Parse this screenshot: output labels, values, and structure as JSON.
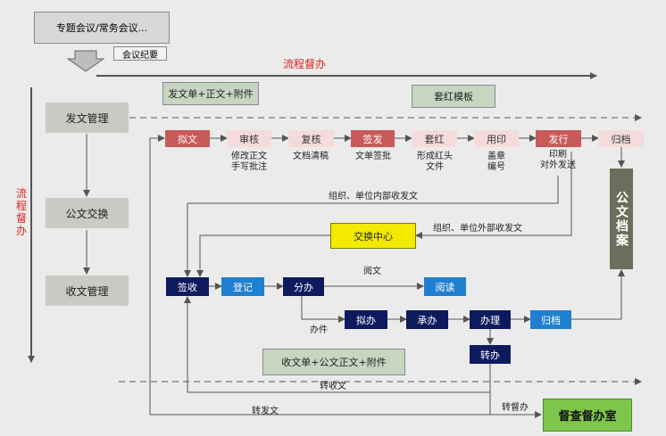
{
  "top": {
    "meeting": "专题会议/常务会议...",
    "minutes": "会议纪要",
    "flow_supervise_h": "流程督办",
    "flow_supervise_v": "流程督办"
  },
  "left": {
    "send_mgmt": "发文管理",
    "exchange": "公文交换",
    "receive_mgmt": "收文管理"
  },
  "docs": {
    "send_bundle": "发文单+正文+附件",
    "red_template": "套红模板",
    "receive_bundle": "收文单+公文正文+附件"
  },
  "send_steps": [
    {
      "label": "拟文",
      "note": ""
    },
    {
      "label": "审核",
      "note": "修改正文\n手写批注"
    },
    {
      "label": "复核",
      "note": "文档清稿"
    },
    {
      "label": "签发",
      "note": "文单签批"
    },
    {
      "label": "套红",
      "note": "形成红头\n文件"
    },
    {
      "label": "用印",
      "note": "盖章\n编号"
    },
    {
      "label": "发行",
      "note": "印刷\n对外发送"
    },
    {
      "label": "归档",
      "note": ""
    }
  ],
  "archive": "公文档案",
  "exchange_center": "交换中心",
  "flow_labels": {
    "internal": "组织、单位内部收发文",
    "external": "组织、单位外部收发文",
    "read_doc": "阅文",
    "handle_doc": "办件",
    "transfer_receive": "转收文",
    "transfer_send": "转发文",
    "transfer_supervise": "转督办"
  },
  "recv_steps": {
    "sign": "签收",
    "register": "登记",
    "distribute": "分办",
    "read": "阅读",
    "draft": "拟办",
    "undertake": "承办",
    "handle": "办理",
    "archive": "归档",
    "transfer": "转办"
  },
  "supervise_office": "督查督办室"
}
